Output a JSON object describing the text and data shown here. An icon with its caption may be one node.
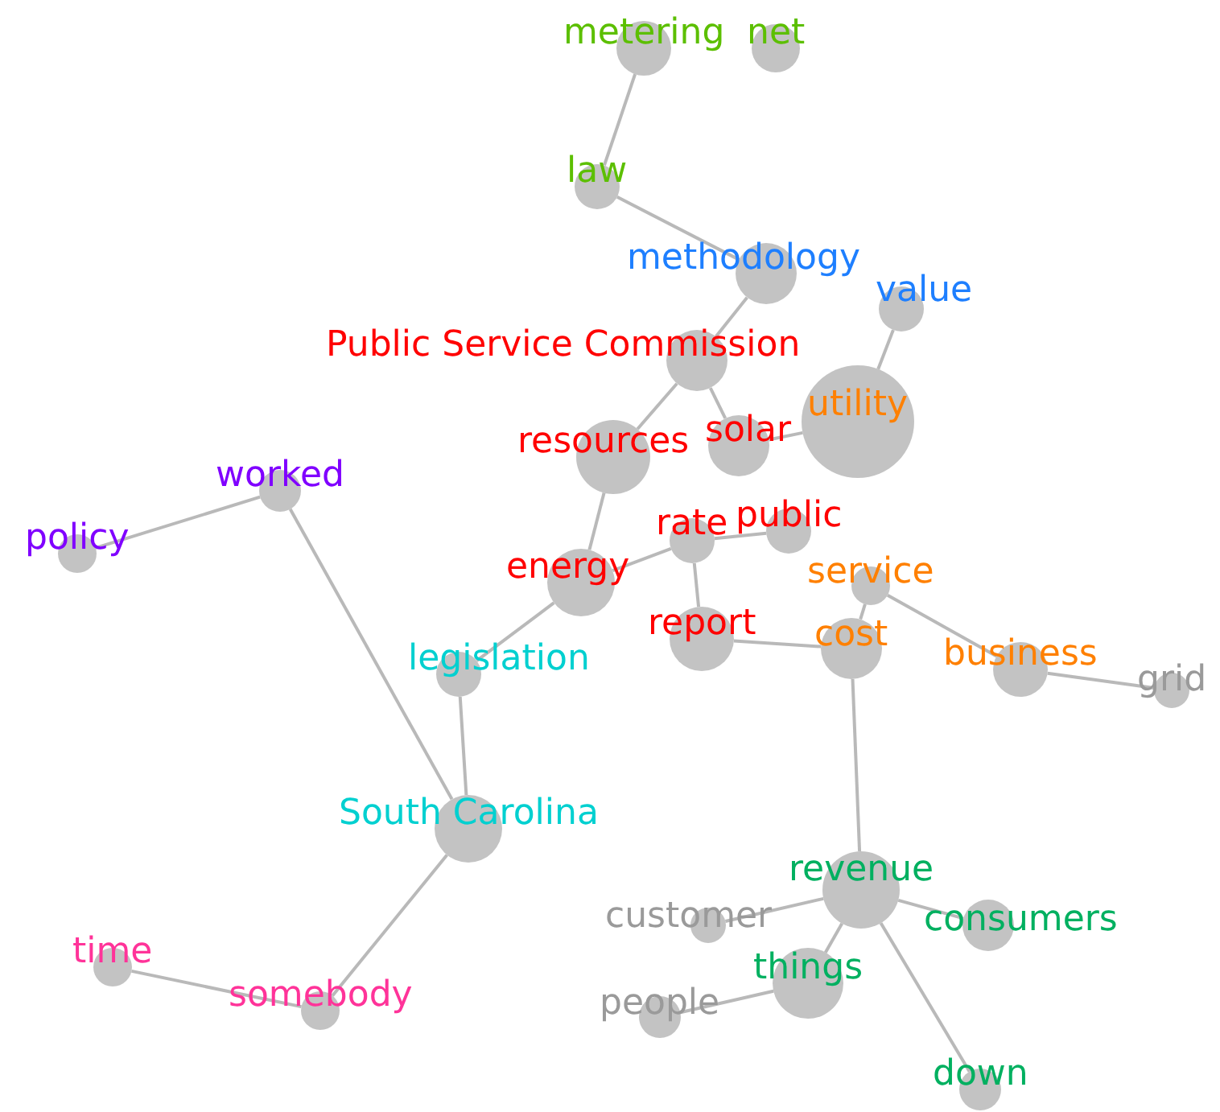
{
  "diagram": {
    "nodes": [
      {
        "text": [
          "metering"
        ]
      },
      {
        "text": [
          "net"
        ]
      },
      {
        "text": [
          "law"
        ]
      },
      {
        "text": [
          "methodology"
        ]
      },
      {
        "text": [
          "value"
        ]
      },
      {
        "text": [
          "Public Service Commission"
        ]
      },
      {
        "text": [
          "utility"
        ]
      },
      {
        "text": [
          "solar"
        ]
      },
      {
        "text": [
          "resources"
        ]
      },
      {
        "text": [
          "worked"
        ]
      },
      {
        "text": [
          "policy"
        ]
      },
      {
        "text": [
          "rate"
        ]
      },
      {
        "text": [
          "public"
        ]
      },
      {
        "text": [
          "energy"
        ]
      },
      {
        "text": [
          "service"
        ]
      },
      {
        "text": [
          "report"
        ]
      },
      {
        "text": [
          "cost"
        ]
      },
      {
        "text": [
          "business"
        ]
      },
      {
        "text": [
          "grid"
        ]
      },
      {
        "text": [
          "legislation"
        ]
      },
      {
        "text": [
          "South Carolina"
        ]
      },
      {
        "text": [
          "revenue"
        ]
      },
      {
        "text": [
          "customer"
        ]
      },
      {
        "text": [
          "consumers"
        ]
      },
      {
        "text": [
          "things"
        ]
      },
      {
        "text": [
          "people"
        ]
      },
      {
        "text": [
          "time"
        ]
      },
      {
        "text": [
          "somebody"
        ]
      },
      {
        "text": [
          "down"
        ]
      }
    ],
    "edges": [
      {
        "from": 0,
        "to": 2,
        "arrow": "none"
      },
      {
        "from": 2,
        "to": 3,
        "arrow": "none"
      },
      {
        "from": 3,
        "to": 5,
        "arrow": "none"
      },
      {
        "from": 5,
        "to": 7,
        "arrow": "none"
      },
      {
        "from": 7,
        "to": 6,
        "arrow": "none"
      },
      {
        "from": 6,
        "to": 4,
        "arrow": "none"
      },
      {
        "from": 5,
        "to": 8,
        "arrow": "none"
      },
      {
        "from": 8,
        "to": 13,
        "arrow": "none"
      },
      {
        "from": 13,
        "to": 11,
        "arrow": "none"
      },
      {
        "from": 11,
        "to": 12,
        "arrow": "none"
      },
      {
        "from": 11,
        "to": 15,
        "arrow": "none"
      },
      {
        "from": 15,
        "to": 16,
        "arrow": "none"
      },
      {
        "from": 16,
        "to": 14,
        "arrow": "none"
      },
      {
        "from": 14,
        "to": 17,
        "arrow": "none"
      },
      {
        "from": 17,
        "to": 18,
        "arrow": "none"
      },
      {
        "from": 16,
        "to": 21,
        "arrow": "none"
      },
      {
        "from": 21,
        "to": 22,
        "arrow": "none"
      },
      {
        "from": 21,
        "to": 23,
        "arrow": "none"
      },
      {
        "from": 21,
        "to": 24,
        "arrow": "none"
      },
      {
        "from": 21,
        "to": 28,
        "arrow": "none"
      },
      {
        "from": 24,
        "to": 25,
        "arrow": "none"
      },
      {
        "from": 13,
        "to": 19,
        "arrow": "none"
      },
      {
        "from": 19,
        "to": 20,
        "arrow": "none"
      },
      {
        "from": 9,
        "to": 20,
        "arrow": "none"
      },
      {
        "from": 9,
        "to": 10,
        "arrow": "none"
      },
      {
        "from": 20,
        "to": 27,
        "arrow": "none"
      },
      {
        "from": 27,
        "to": 26,
        "arrow": "none"
      }
    ]
  }
}
